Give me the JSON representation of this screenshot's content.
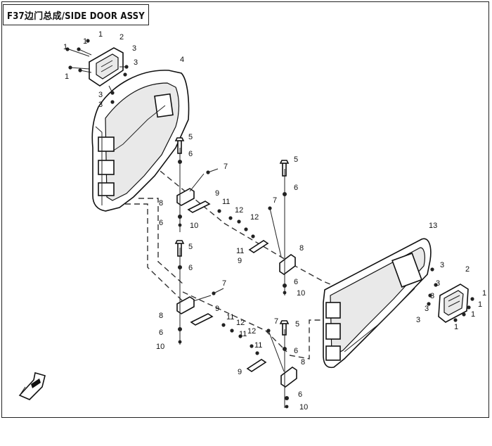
{
  "header": {
    "title": "F37边门总成/SIDE DOOR ASSY"
  },
  "callouts": {
    "c1": "1",
    "c2": "2",
    "c3": "3",
    "c4": "4",
    "c5": "5",
    "c6": "6",
    "c7": "7",
    "c8": "8",
    "c9": "9",
    "c10": "10",
    "c11": "11",
    "c12": "12",
    "c13": "13"
  },
  "icons": {
    "direction_arrow": "front-direction-arrow-icon"
  },
  "colors": {
    "line": "#111111",
    "background": "#ffffff"
  }
}
